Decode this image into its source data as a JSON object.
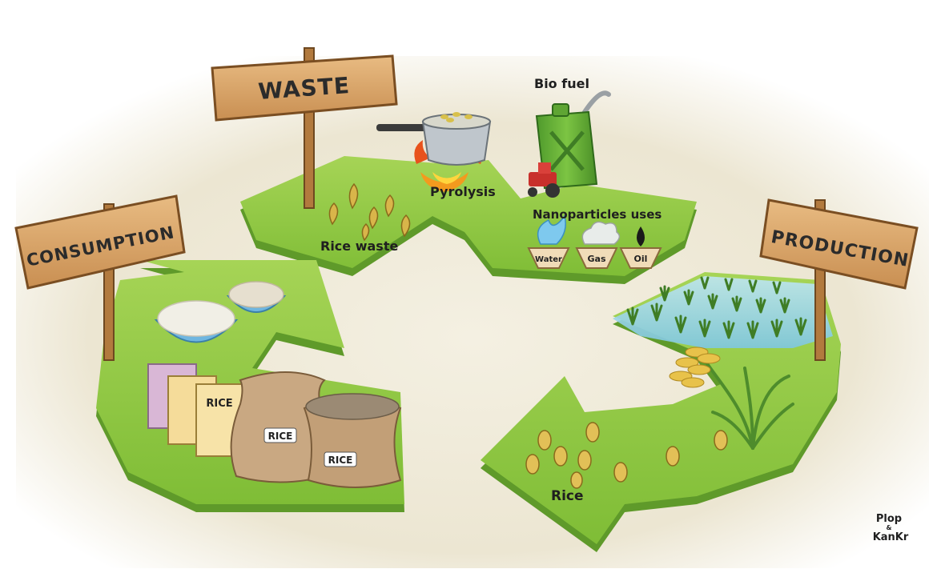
{
  "signs": {
    "waste": "WASTE",
    "consumption": "CONSUMPTION",
    "production": "PRODUCTION"
  },
  "labels": {
    "bio_fuel": "Bio fuel",
    "pyrolysis": "Pyrolysis",
    "rice_waste": "Rice waste",
    "nanoparticles_uses": "Nanoparticles uses",
    "water": "Water",
    "gas": "Gas",
    "oil": "Oil",
    "rice": "Rice"
  },
  "packaging": {
    "box_label": "RICE",
    "sack_label_1": "RICE",
    "sack_label_2": "RICE"
  },
  "signature": {
    "line1": "Plop",
    "line2": "&",
    "line3": "KanKr"
  },
  "colors": {
    "arrow_green": "#8cc63f",
    "arrow_dark": "#5f9a2a",
    "wood": "#d9a66b",
    "wood_dark": "#8a5a2b"
  }
}
